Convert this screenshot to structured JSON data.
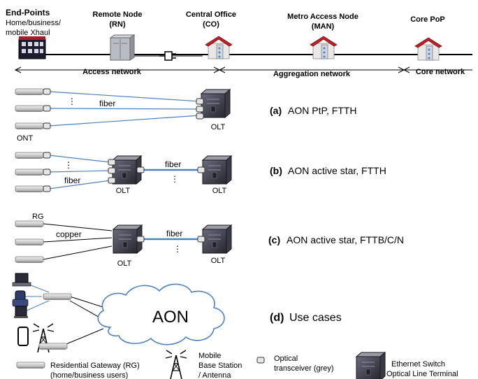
{
  "header": {
    "endpoints_title": "End-Points",
    "endpoints_sub1": "Home/business/",
    "endpoints_sub2": "mobile Xhaul",
    "rn_title": "Remote Node",
    "rn_abbr": "(RN)",
    "co_title": "Central Office",
    "co_abbr": "(CO)",
    "man_title": "Metro Access Node",
    "man_abbr": "(MAN)",
    "core_title": "Core PoP"
  },
  "segments": {
    "access": "Access network",
    "aggregation": "Aggregation network",
    "core": "Core network"
  },
  "labels": {
    "fiber": "fiber",
    "copper": "copper",
    "ont": "ONT",
    "olt": "OLT",
    "rg": "RG",
    "dots": "⋮"
  },
  "scenarios": {
    "a_tag": "(a)",
    "a_text": "AON PtP, FTTH",
    "b_tag": "(b)",
    "b_text": "AON active star, FTTH",
    "c_tag": "(c)",
    "c_text": "AON active star, FTTB/C/N",
    "d_tag": "(d)",
    "d_text": "Use cases",
    "cloud": "AON"
  },
  "legend": {
    "rg_line1": "Residential Gateway (RG)",
    "rg_line2": "(home/business users)",
    "bs_line1": "Mobile",
    "bs_line2": "Base Station",
    "bs_line3": "/ Antenna",
    "ot_line1": "Optical",
    "ot_line2": "transceiver (grey)",
    "es_line1": "Ethernet Switch",
    "es_line2": "Optical Line Terminal"
  },
  "colors": {
    "fiber": "#4f81bd",
    "roof": "#c0202a",
    "device": "#4a4a5a"
  }
}
